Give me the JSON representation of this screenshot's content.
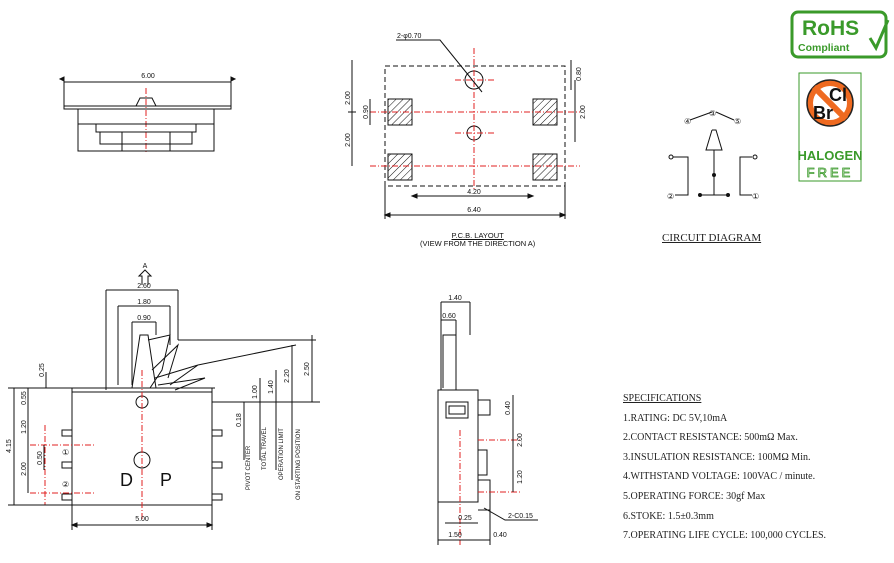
{
  "top_view": {
    "width": "6.00"
  },
  "pcb_layout": {
    "hole": "2-φ0.70",
    "dims": {
      "top_right": "0.80",
      "left_upper": "2.00",
      "left_lower": "2.00",
      "pad": "0.90",
      "right": "2.00",
      "inner": "4.20",
      "outer": "6.40"
    },
    "title": "P.C.B.  LAYOUT",
    "subtitle": "(VIEW FROM THE DIRECTION A)"
  },
  "circuit": {
    "pins": [
      "④",
      "③",
      "⑤",
      "②",
      "①"
    ],
    "label": "CIRCUIT DIAGRAM"
  },
  "badges": {
    "rohs_line1": "RoHS",
    "rohs_line2": "Compliant",
    "cl": "Cl",
    "br": "Br",
    "halogen": "HALOGEN",
    "free": "FREE",
    "colors": {
      "green": "#3a9a2a",
      "red": "#e03010"
    }
  },
  "front_view": {
    "direction": "A",
    "dims": {
      "top": "2.60",
      "mid": "1.80",
      "inner": "0.90",
      "left_top": "0.25",
      "left_a": "0.55",
      "left_b": "1.20",
      "left_c": "2.00",
      "left_d": "0.50",
      "left_total": "4.15",
      "bottom": "5.00",
      "r_a": "0.18",
      "r_b": "1.00",
      "r_c": "1.40",
      "r_d": "2.20",
      "r_e": "2.50"
    },
    "letters": [
      "D",
      "P"
    ],
    "pins": [
      "②",
      "①"
    ],
    "vlabels": [
      "PIVOT CENTER",
      "TOTAL TRAVEL",
      "OPERATION LIMIT",
      "ON STARTING POSITION"
    ]
  },
  "side_view": {
    "dims": {
      "top": "1.40",
      "inner": "0.60",
      "r_a": "0.40",
      "r_b": "2.00",
      "r_c": "1.20",
      "b_a": "0.25",
      "chamfer": "2-C0.15",
      "b_b": "1.50",
      "b_c": "0.40"
    }
  },
  "specs": {
    "title": "SPECIFICATIONS",
    "items": [
      "1.RATING: DC 5V,10mA",
      "2.CONTACT RESISTANCE: 500mΩ Max.",
      "3.INSULATION RESISTANCE: 100MΩ Min.",
      "4.WITHSTAND VOLTAGE: 100VAC / minute.",
      "5.OPERATING FORCE: 30gf Max",
      "6.STOKE: 1.5±0.3mm",
      "7.OPERATING LIFE CYCLE: 100,000 CYCLES."
    ]
  }
}
